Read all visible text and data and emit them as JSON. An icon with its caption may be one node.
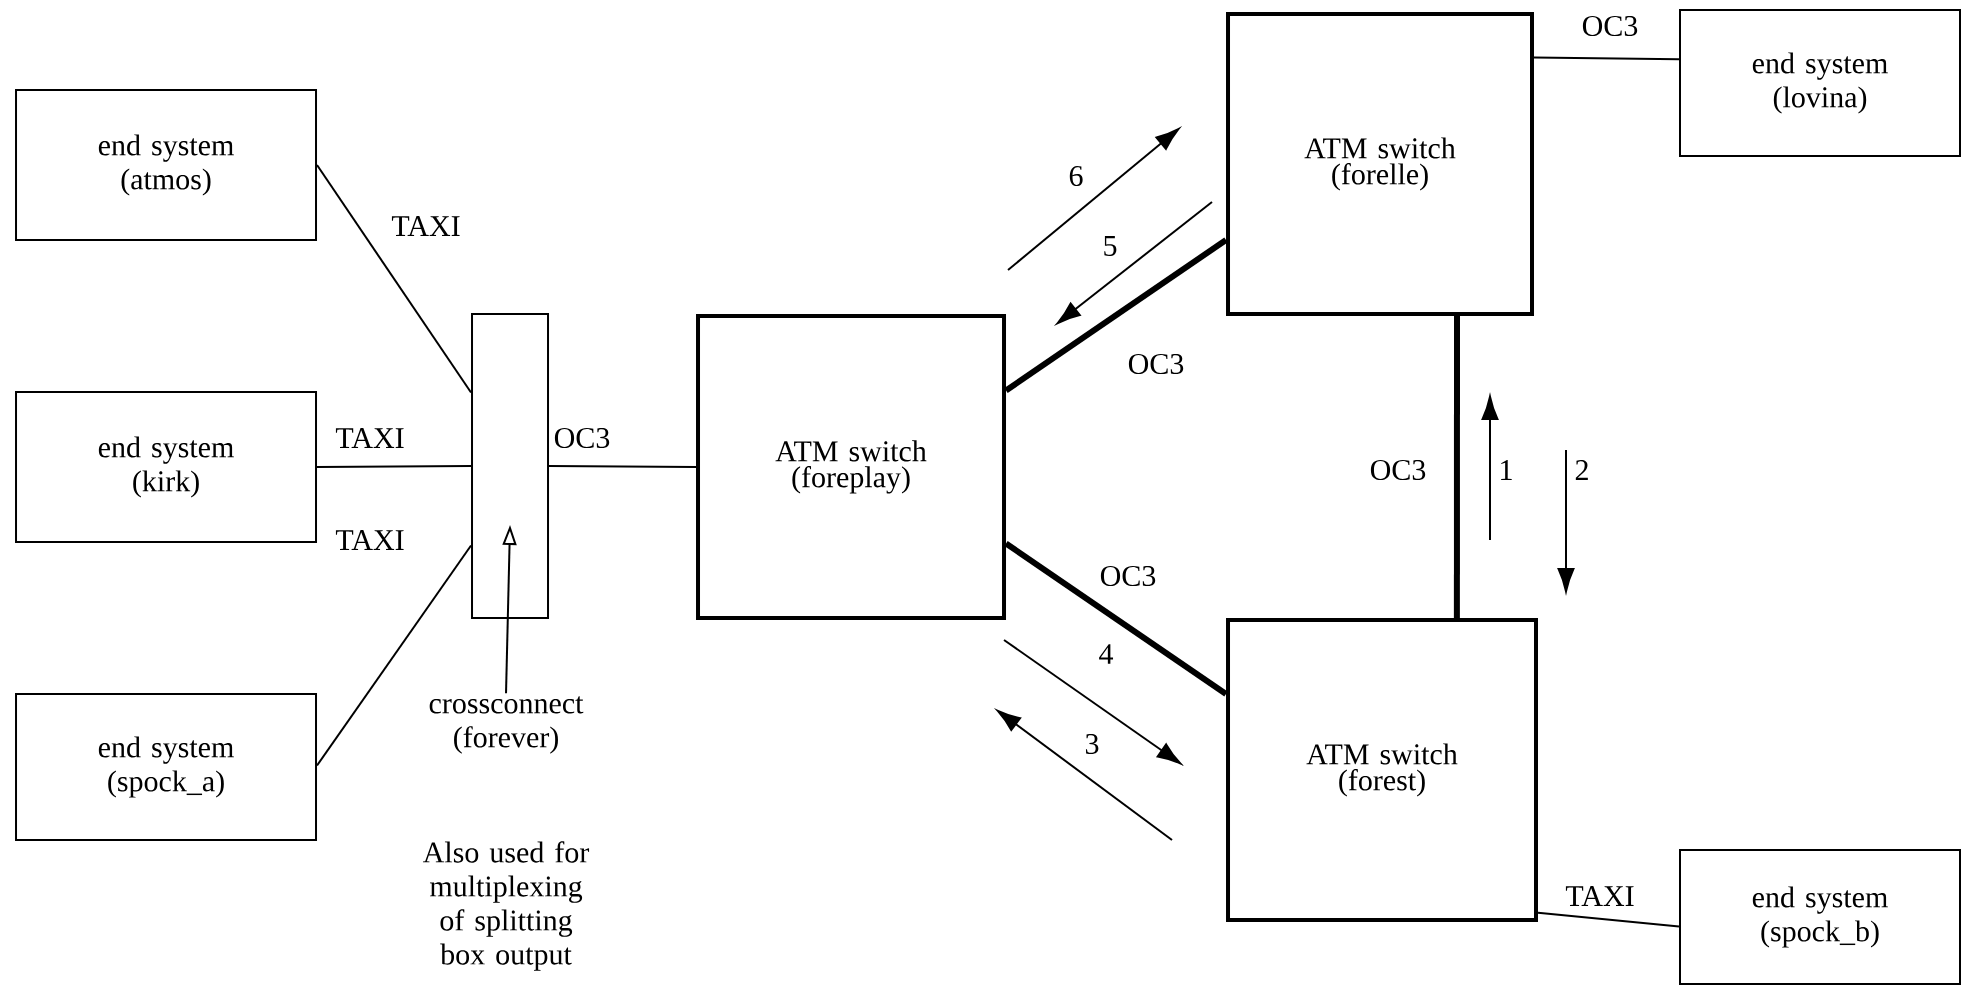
{
  "diagram": {
    "nodes": [
      {
        "text": [
          "end system (atmos)"
        ]
      },
      {
        "text": [
          "end system (kirk)"
        ]
      },
      {
        "text": [
          "end system (spock_a)"
        ]
      },
      {
        "text": [],
        "shape": "box"
      },
      {
        "text": [
          "ATM switch (foreplay)"
        ]
      },
      {
        "text": [
          "ATM switch (forelle)"
        ]
      },
      {
        "text": [
          "end system (lovina)"
        ]
      },
      {
        "text": [
          "ATM switch (forest)"
        ]
      },
      {
        "text": [
          "end system (spock_b)"
        ]
      },
      {
        "text": [
          "crossconnect (forever)"
        ]
      }
    ],
    "edges": [
      {
        "from": 0,
        "to": 3,
        "arrow": "none",
        "label": "TAXI"
      },
      {
        "from": 1,
        "to": 3,
        "arrow": "none",
        "label": "TAXI"
      },
      {
        "from": 2,
        "to": 3,
        "arrow": "none",
        "label": "TAXI"
      },
      {
        "from": 3,
        "to": 4,
        "arrow": "none",
        "label": "OC3"
      },
      {
        "from": 4,
        "to": 5,
        "arrow": "none",
        "label": "OC3",
        "style": "thick"
      },
      {
        "from": 4,
        "to": 7,
        "arrow": "none",
        "label": "OC3",
        "style": "thick"
      },
      {
        "from": 5,
        "to": 7,
        "arrow": "none",
        "label": "OC3",
        "style": "thick"
      },
      {
        "from": 5,
        "to": 6,
        "arrow": "none",
        "label": "OC3"
      },
      {
        "from": 7,
        "to": 8,
        "arrow": "none",
        "label": "TAXI"
      },
      {
        "from": 9,
        "to": 3,
        "arrow": "to"
      }
    ],
    "labels": [
      "6",
      "5",
      "1",
      "2",
      "4",
      "3",
      "Also used for multiplexing of splitting box output"
    ]
  }
}
